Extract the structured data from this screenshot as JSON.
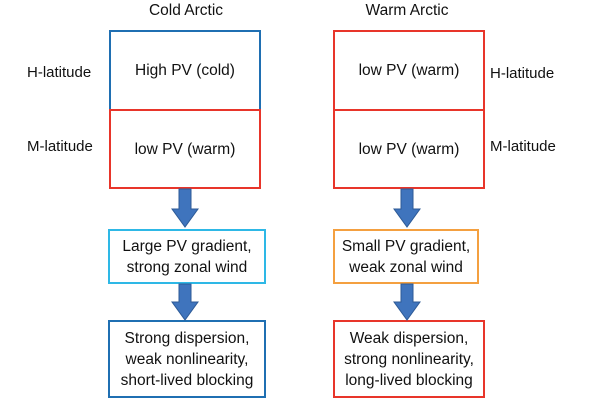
{
  "columns": {
    "cold": {
      "title": "Cold Arctic",
      "hlat_box": "High PV (cold)",
      "mlat_box": "low PV (warm)",
      "gradient_box": [
        "Large PV gradient,",
        "strong zonal wind"
      ],
      "outcome_box": [
        "Strong dispersion,",
        "weak nonlinearity,",
        "short-lived blocking"
      ]
    },
    "warm": {
      "title": "Warm Arctic",
      "hlat_box": "low PV (warm)",
      "mlat_box": "low PV (warm)",
      "gradient_box": [
        "Small PV gradient,",
        "weak zonal wind"
      ],
      "outcome_box": [
        "Weak dispersion,",
        "strong nonlinearity,",
        "long-lived blocking"
      ]
    }
  },
  "row_labels": {
    "high": "H-latitude",
    "mid": "M-latitude"
  },
  "colors": {
    "blue_border": "#1f6fb2",
    "red_border": "#e8352a",
    "cyan_border": "#2eb8e6",
    "orange_border": "#f4a040",
    "arrow_fill": "#3f74bd",
    "arrow_stroke": "#2d5a96"
  },
  "icons": {
    "arrow": "down-arrow-icon"
  }
}
